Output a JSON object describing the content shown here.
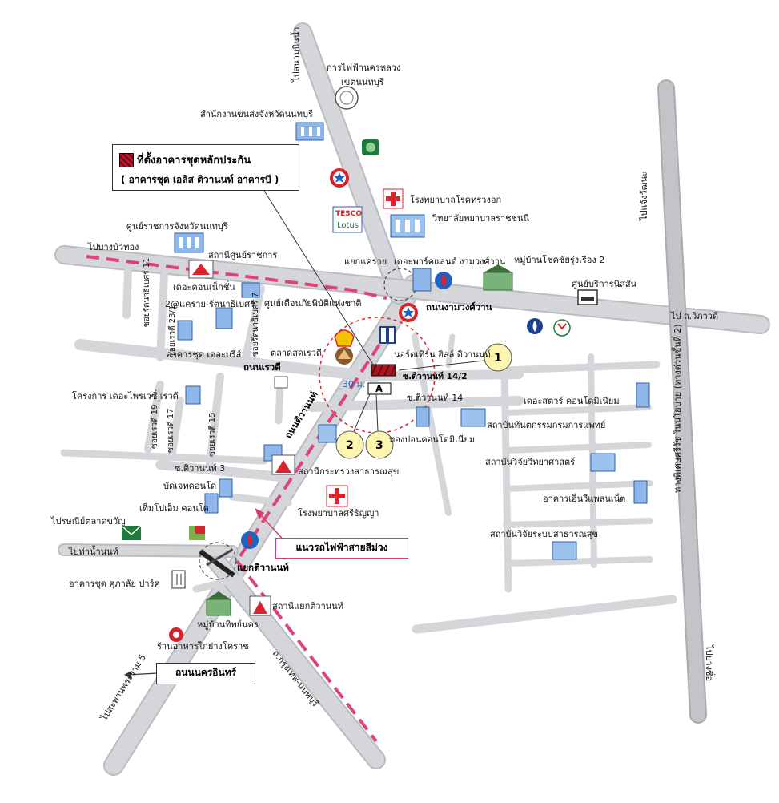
{
  "legend": {
    "title": "ที่ตั้งอาคารชุดหลักประกัน",
    "subtitle": "( อาคารชุด เอลิส ติวานนท์ อาคารบี )"
  },
  "callouts": {
    "purple_line": "แนวรถไฟฟ้าสายสีม่วง",
    "nakorn_in": "ถนนนครอินทร์",
    "markers": [
      "1",
      "2",
      "3"
    ],
    "site_label": "A",
    "radius_label": "30 ม."
  },
  "roads": {
    "top_road": "ไปสนามบินน้ำ",
    "right_road_top": "ไปแจ้งวัฒนะ",
    "right_road_side": "ทางพิเศษศรีรัช ในนโยบาย (ทางด่วนขั้นที่ 2)",
    "right_road_bottom": "ไปบางซื่อ",
    "to_bangbuathong": "ไปบางบัวทอง",
    "to_vibhavadi": "ไป ถ.วิภาวดี",
    "ngamwongwan": "ถนนงามวงศ์วาน",
    "tiwanon": "ถนนติวานนท์",
    "rewadi": "ถนนเรวดี",
    "to_tha_nam": "ไปท่าน้ำนนท์",
    "to_rama5": "ไปสะพานพระราม 5",
    "krungthep_nonthaburi": "ถ.กรุงเทพ-นนทบุรี",
    "soi_rattanathibet11": "ซอยรัตนาธิเบศร์ 11",
    "soi_rewadi23_1": "ซอยเรวดี 23/1",
    "soi_rattanathibet7": "ซอยรัตนาธิเบศร์ 7",
    "soi_rewadi19": "ซอยเรวดี 19",
    "soi_rewadi17": "ซอยเรวดี 17",
    "soi_rewadi15": "ซอยเรวดี 15",
    "soi_tiwanon14_2": "ซ.ติวานนท์ 14/2",
    "soi_tiwanon14": "ซ.ติวานนท์ 14",
    "soi_tiwanon3": "ซ.ติวานนท์ 3"
  },
  "places": {
    "electricity": "การไฟฟ้านครหลวง",
    "electricity2": "เขตนนทบุรี",
    "land_transport": "สำนักงานขนส่งจังหวัดนนทบุรี",
    "chest_hospital": "โรงพยาบาลโรคทรวงอก",
    "nursing_college": "วิทยาลัยพยาบาลราชชนนี",
    "gov_center": "ศูนย์ราชการจังหวัดนนทบุรี",
    "gov_station": "สถานีศูนย์ราชการ",
    "khae_rai": "แยกแคราย",
    "park_land": "เดอะพาร์คแลนด์ งามวงศ์วาน",
    "chokchai": "หมู่บ้านโชคชัยรุ่งเรือง 2",
    "nissan": "ศูนย์บริการนิสสัน",
    "the_connect": "เดอะคอนเน็กชั่น",
    "connect2": "2@แคราย-รัตนาธิเบศร์",
    "disaster_center": "ศูนย์เตือนภัยพิบัติแห่งชาติ",
    "rewadi_market": "ตลาดสดเรวดี",
    "north_city": "นอร์ตเทิร์น ฮิลล์ ติวานนท์",
    "the_breeze": "อาคารชุด เดอะบรีส์",
    "privacy_rewadi": "โครงการ เดอะไพรเวซี่ เรวดี",
    "the_star": "เดอะสตาร์ คอนโดมิเนียม",
    "medical_institute": "สถาบันทันตกรรมกรมการแพทย์",
    "thongporn": "ทองปอนคอนโดมิเนียม",
    "science_institute": "สถาบันวิจัยวิทยาศาสตร์",
    "health_ministry_station": "สถานีกระทรวงสาธารณสุข",
    "srithanya": "โรงพยาบาลศรีธัญญา",
    "green_planet": "อาคารเอ็นวีแพลนเน็ต",
    "health_system": "สถาบันวิจัยระบบสาธารณสุข",
    "buddy": "บัดเจทคอนโด",
    "tempo": "เท็มโปเอ็ม คอนโด",
    "post_office": "ไปรษณีย์ตลาดขวัญ",
    "tiwanon_junction": "แยกติวานนท์",
    "supalai": "อาคารชุด ศุภาลัย ปาร์ค",
    "tiwanon_station": "สถานีแยกติวานนท์",
    "tippanakorn": "หมู่บ้านทิพย์นคร",
    "korat_chicken": "ร้านอาหารไก่ย่างโคราช"
  },
  "brands": {
    "tesco1": "TESCO",
    "tesco2": "Lotus"
  },
  "colors": {
    "road": "#d7d9dc",
    "road_edge": "#b9bcc0",
    "highway": "#b8babd",
    "purple_line": "#e0427a",
    "hospital_red": "#d9232d",
    "marker_yellow": "#fbf5b0",
    "site_red": "#b3121e"
  }
}
